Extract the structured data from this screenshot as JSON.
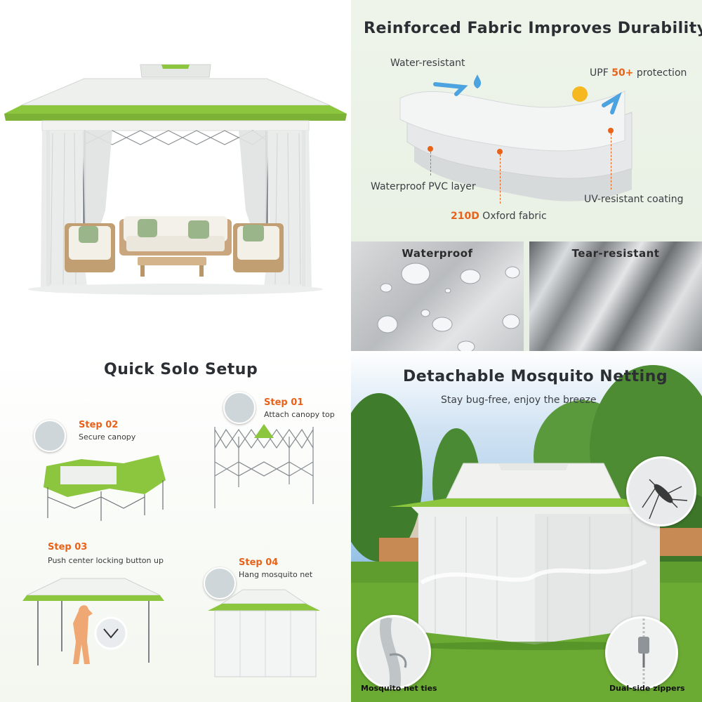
{
  "panel_hero": {
    "image_alt": ""
  },
  "panel_fabric": {
    "title": "Reinforced Fabric Improves Durability",
    "water_resistant": "Water-resistant",
    "upf_prefix": "UPF ",
    "upf_value": "50+",
    "upf_suffix": " protection",
    "pvc_layer": "Waterproof PVC layer",
    "oxford_value": "210D",
    "oxford_suffix": " Oxford fabric",
    "uv_coating": "UV-resistant coating",
    "swatch_waterproof": "Waterproof",
    "swatch_tear": "Tear-resistant"
  },
  "panel_setup": {
    "title": "Quick Solo Setup",
    "steps": [
      {
        "label": "Step 01",
        "desc": "Attach canopy top"
      },
      {
        "label": "Step 02",
        "desc": "Secure canopy"
      },
      {
        "label": "Step 03",
        "desc": "Push center locking button up"
      },
      {
        "label": "Step 04",
        "desc": "Hang mosquito net"
      }
    ]
  },
  "panel_netting": {
    "title": "Detachable Mosquito Netting",
    "subtitle": "Stay bug-free, enjoy the breeze",
    "cap_ties": "Mosquito net ties",
    "cap_zippers": "Dual-side zippers"
  },
  "colors": {
    "accent_orange": "#e8621a",
    "canopy_green": "#8cc63f",
    "canopy_white": "#f2f3f1"
  }
}
